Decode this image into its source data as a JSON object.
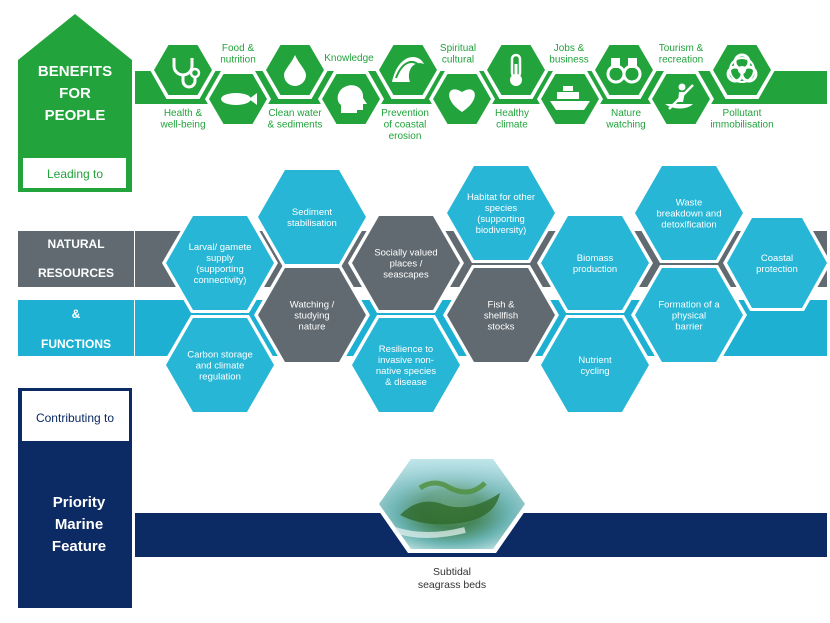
{
  "colors": {
    "green": "#22a33c",
    "green_dark": "#1e9a36",
    "cyan": "#1db0d2",
    "cyan_light": "#27b6d6",
    "grey": "#606a70",
    "navy": "#0c2a64",
    "white": "#ffffff"
  },
  "benefits": {
    "title": [
      "BENEFITS",
      "FOR",
      "PEOPLE"
    ],
    "leading_to": "Leading to",
    "items": [
      {
        "icon": "stethoscope-icon",
        "label": [
          "Health &",
          "well-being"
        ]
      },
      {
        "icon": "fish-icon",
        "label": [
          "Food &",
          "nutrition"
        ]
      },
      {
        "icon": "water-drop-icon",
        "label": [
          "Clean water",
          "& sediments"
        ]
      },
      {
        "icon": "head-icon",
        "label": [
          "Knowledge"
        ]
      },
      {
        "icon": "wave-icon",
        "label": [
          "Prevention",
          "of coastal",
          "erosion"
        ]
      },
      {
        "icon": "heart-icon",
        "label": [
          "Spiritual",
          "cultural"
        ]
      },
      {
        "icon": "thermometer-icon",
        "label": [
          "Healthy",
          "climate"
        ]
      },
      {
        "icon": "ship-icon",
        "label": [
          "Jobs &",
          "business"
        ]
      },
      {
        "icon": "binoculars-icon",
        "label": [
          "Nature",
          "watching"
        ]
      },
      {
        "icon": "kayak-icon",
        "label": [
          "Tourism &",
          "recreation"
        ]
      },
      {
        "icon": "biohazard-icon",
        "label": [
          "Pollutant",
          "immobilisation"
        ]
      }
    ]
  },
  "resources": {
    "natural": [
      "NATURAL",
      "RESOURCES"
    ],
    "amp": "&",
    "functions": "FUNCTIONS",
    "items": [
      {
        "label": [
          "Larval/ gamete",
          "supply",
          "(supporting",
          "connectivity)"
        ],
        "style": "cyan"
      },
      {
        "label": [
          "Carbon storage",
          "and climate",
          "regulation"
        ],
        "style": "cyan"
      },
      {
        "label": [
          "Sediment",
          "stabilisation"
        ],
        "style": "cyan"
      },
      {
        "label": [
          "Watching /",
          "studying",
          "nature"
        ],
        "style": "grey"
      },
      {
        "label": [
          "Socially valued",
          "places /",
          "seascapes"
        ],
        "style": "grey"
      },
      {
        "label": [
          "Resilience to",
          "invasive non-",
          "native species",
          "& disease"
        ],
        "style": "cyan"
      },
      {
        "label": [
          "Habitat for other",
          "species",
          "(supporting",
          "biodiversity)"
        ],
        "style": "cyan"
      },
      {
        "label": [
          "Fish &",
          "shellfish",
          "stocks"
        ],
        "style": "grey"
      },
      {
        "label": [
          "Biomass",
          "production"
        ],
        "style": "cyan"
      },
      {
        "label": [
          "Nutrient",
          "cycling"
        ],
        "style": "cyan"
      },
      {
        "label": [
          "Waste",
          "breakdown and",
          "detoxification"
        ],
        "style": "cyan"
      },
      {
        "label": [
          "Formation of a",
          "physical",
          "barrier"
        ],
        "style": "cyan"
      },
      {
        "label": [
          "Coastal",
          "protection"
        ],
        "style": "cyan"
      }
    ]
  },
  "priority": {
    "contributing_to": "Contributing to",
    "title": [
      "Priority",
      "Marine",
      "Feature"
    ],
    "feature_label": [
      "Subtidal",
      "seagrass beds"
    ]
  }
}
